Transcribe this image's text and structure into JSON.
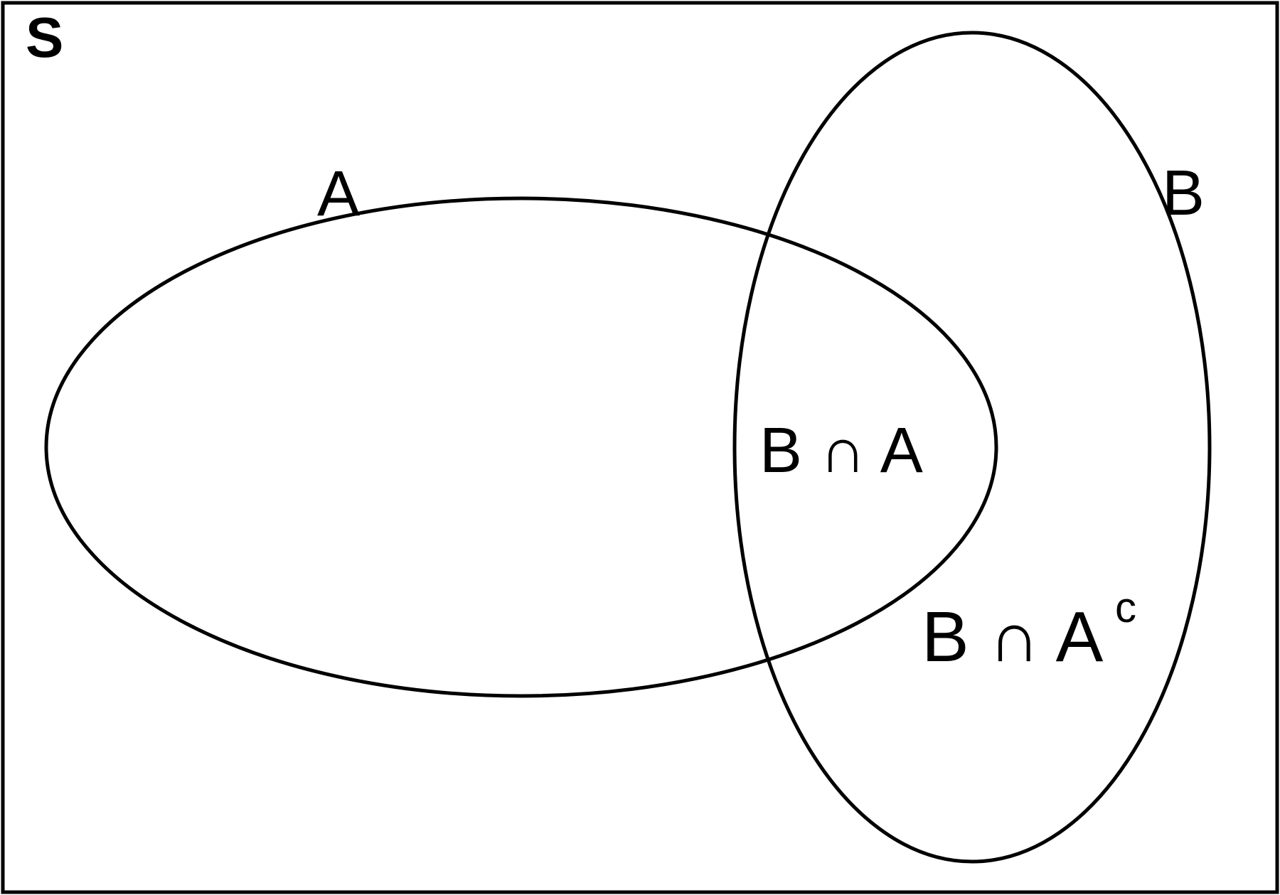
{
  "diagram": {
    "universe_label": "S",
    "set_a_label": "A",
    "set_b_label": "B",
    "intersection_label": "B ∩ A",
    "b_minus_a_label": "B ∩ A",
    "complement_superscript": "c",
    "stroke_color": "#000000",
    "background_color": "#ffffff"
  }
}
